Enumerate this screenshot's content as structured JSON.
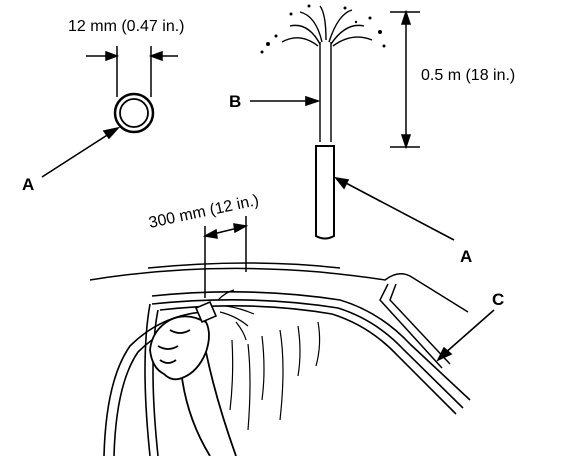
{
  "labels": {
    "tube_diameter": "12 mm (0.47 in.)",
    "spray_height": "0.5 m (18 in.)",
    "nozzle_distance": "300 mm (12 in.)",
    "callout_a_left": "A",
    "callout_a_right": "A",
    "callout_b": "B",
    "callout_c": "C"
  }
}
